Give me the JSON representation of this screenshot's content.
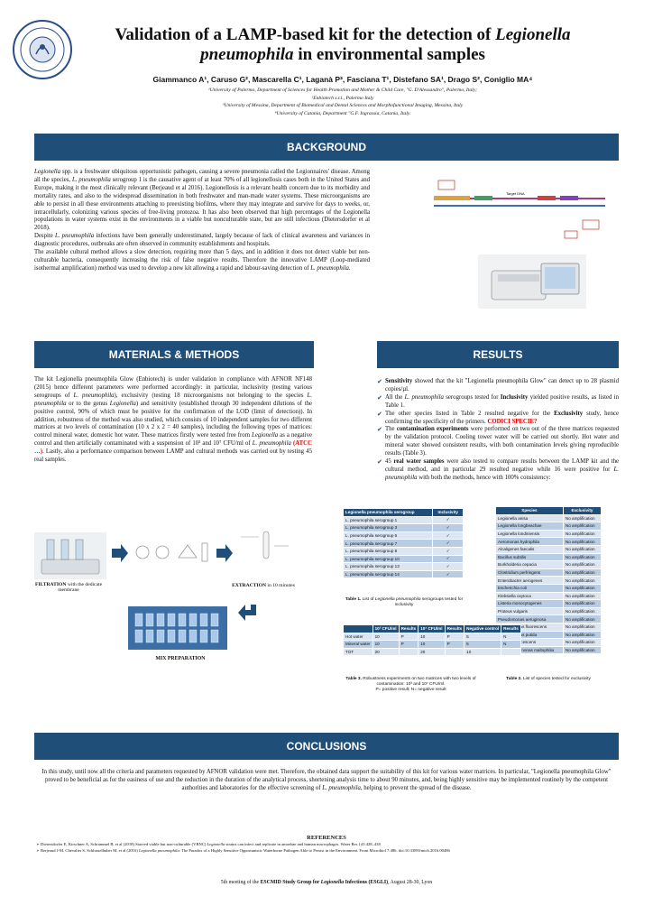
{
  "header": {
    "title_part1": "Validation of a LAMP-based kit for the detection of",
    "title_species1": "Legionella",
    "title_species2": "pneumophila",
    "title_part2": "in environmental samples",
    "authors": "Giammanco A¹, Caruso G², Mascarella C¹, Laganà P³, Fasciana T¹, Distefano SA¹, Drago S², Coniglio MA⁴",
    "affiliations": [
      "¹University of Palermo, Department of Sciences for Health Promotion and Mother & Child Care, \"G. D'Alessandro\", Palermo, Italy;",
      "²Enbiotech s.r.l., Palermo Italy",
      "³University of Messina, Department of Biomedical and Dental Sciences and Morphofunctional Imaging, Messina, Italy",
      "⁴University of Catania, Department \"G.F. Ingrassia, Catania, Italy."
    ]
  },
  "sections": {
    "background": "BACKGROUND",
    "methods": "MATERIALS & METHODS",
    "results": "RESULTS",
    "conclusions": "CONCLUSIONS"
  },
  "background": {
    "p1_species": "Legionella",
    "p1_a": " spp. is a freshwater ubiquitous opportunistic pathogen, causing a severe pneumonia called the Legionnaires' disease. Among all the species, ",
    "p1_b": "L. pneumophila",
    "p1_c": " serogroup 1 is the causative agent of at least 70% of all legionellosis cases both in the United States and Europe, making it the most clinically relevant (Berjeaud et al 2016). Legionellosis is a relevant health concern due to its morbidity and mortality rates, and also to the widespread dissemination in both freshwater and man-made water systems. These microorganisms are able to persist in all these environments attaching to preexisting biofilms, where they may integrate and survive for days to weeks, or, intracellularly, colonizing various species of free-living protozoa. It has also been observed that high percentages of the Legionella populations in water systems exist in the environments in a viable but nonculturable state, but are still infectious (Dietersdorfer et al 2018).",
    "p2_a": "Despite ",
    "p2_b": "L. pneumophila",
    "p2_c": " infections have been generally underestimated, largely because of lack of clinical awareness and variances in diagnostic procedures, outbreaks are often observed in community establishments and hospitals.",
    "p3_a": "The available cultural method allows a slow detection, requiring more than 5 days, and in addition it does not detect viable but non-culturable bacteria, consequently increasing the risk of false negative results. Therefore the innovative LAMP (Loop-mediated isothermal amplification) method was used to develop a new kit allowing a rapid and labour-saving detection of ",
    "p3_b": "L. pneumophila.",
    "diagram_target": "Target DNA"
  },
  "methods": {
    "t1": "The kit Legionella pneumophila Glow (Enbiotech) is under validation in compliance with AFNOR NF148 (2015) hence different parameters were performed accordingly: in particular, inclusivity (testing various serogroups of ",
    "t2": "L. pneumophila",
    "t3": "), exclusivity (testing 18 microorganisms not belonging to the species ",
    "t4": "L. pneumophila",
    "t5": " or to the genus ",
    "t6": "Legionella",
    "t7": ") and sensitivity (established through 30 independent dilutions of the positive control, 90% of which must be positive for the confirmation of the LOD (limit of detection)). In addition, robustness of the method was also studied, which consists of 10 independent samples for two different matrices at two levels of contamination (10 x 2 x 2 = 40 samples), including the following types of matrices: control mineral water, domestic hot water. These matrices firstly were tested free from ",
    "t8": "Legionella",
    "t9": " as a negative control and then artificially contaminated with a suspension of 10³ and 10⁷ CFU/ml of ",
    "t10": "L. pneumophila",
    "t11": " (ATCC …)",
    "t12": ". Lastly, also a performance comparison between LAMP and cultural methods was carried out by testing 45 real samples.",
    "filtration_bold": "FILTRATION",
    "filtration_rest": " with the dedicate membrane",
    "extraction_bold": "EXTRACTION",
    "extraction_rest": " in 10 minutes",
    "mix": "MIX PREPARATION"
  },
  "results": {
    "b1_bold": "Sensitivity",
    "b1": " showed that the kit \"Legionella pneumophila Glow\" can detect up to 28 plasmid copies/µl.",
    "b2_a": "All the ",
    "b2_b": "L. pneumophila",
    "b2_c": " serogroups tested for ",
    "b2_bold": "Inclusivity",
    "b2_d": " yielded positive results, as listed in Table 1.",
    "b3_a": "The other species listed in Table 2 resulted negative for the ",
    "b3_bold": "Exclusivity",
    "b3_b": " study, hence confirming the specificity of the primers. ",
    "b3_red": "CODICI SPECIE?",
    "b4_a": "The ",
    "b4_bold": "contamination experiments",
    "b4_b": " were performed on two out of the three matrices requested by the validation protocol. Cooling tower water will be carried out shortly. Hot water and mineral water showed consistent results, with both contamination levels giving reproducible results (Table 3).",
    "b5_a": "45 ",
    "b5_bold": "real water samples",
    "b5_b": " were also tested to compare results between the LAMP kit and the cultural method, and in particular 29 resulted negative while 16 were positive for ",
    "b5_c": "L. pneumophila",
    "b5_d": " with both the methods, hence with 100% consistency:"
  },
  "table1": {
    "headers": [
      "Legionella pneumophila serogroup",
      "Inclusivity"
    ],
    "rows": [
      [
        "L. pneumophila serogroup 1",
        "✓"
      ],
      [
        "L. pneumophila serogroup 3",
        "✓"
      ],
      [
        "L. pneumophila serogroup 6",
        "✓"
      ],
      [
        "L. pneumophila serogroup 7",
        "✓"
      ],
      [
        "L. pneumophila serogroup 8",
        "✓"
      ],
      [
        "L. pneumophila serogroup 10",
        "✓"
      ],
      [
        "L. pneumophila serogroup 13",
        "✓"
      ],
      [
        "L. pneumophila serogroup 14",
        "✓"
      ]
    ],
    "caption_bold": "Table 1.",
    "caption_a": " List of ",
    "caption_i": "Legionella pneumophila",
    "caption_b": " serogroups tested for inclusivity"
  },
  "table2": {
    "headers": [
      "Species",
      "Exclusivity"
    ],
    "rows": [
      [
        "Legionella anisa",
        "No amplification"
      ],
      [
        "Legionella longbeachae",
        "No amplification"
      ],
      [
        "Legionella londiniensis",
        "No amplification"
      ],
      [
        "Aeromonas hydrophila",
        "No amplification"
      ],
      [
        "Alcaligenes faecalis",
        "No amplification"
      ],
      [
        "Bacillus subtilis",
        "No amplification"
      ],
      [
        "Burkholderia cepacia",
        "No amplification"
      ],
      [
        "Clostridium perfringens",
        "No amplification"
      ],
      [
        "Enterobacter aerogenes",
        "No amplification"
      ],
      [
        "Escherichia coli",
        "No amplification"
      ],
      [
        "Klebsiella oxytoca",
        "No amplification"
      ],
      [
        "Listeria monocytogenes",
        "No amplification"
      ],
      [
        "Proteus vulgaris",
        "No amplification"
      ],
      [
        "Pseudomonas aeruginosa",
        "No amplification"
      ],
      [
        "Pseudomonas fluorescens",
        "No amplification"
      ],
      [
        "Pseudomonas putida",
        "No amplification"
      ],
      [
        "Serratia marcescens",
        "No amplification"
      ],
      [
        "Stenotrophomonas maltophilia",
        "No amplification"
      ]
    ],
    "caption_bold": "Table 2.",
    "caption": " List of species tested for exclusivity"
  },
  "table3": {
    "headers": [
      "",
      "10³ CFU/ml",
      "Results",
      "10⁷ CFU/ml",
      "Results",
      "Negative control",
      "Results"
    ],
    "rows": [
      [
        "Hot water",
        "10",
        "P",
        "10",
        "P",
        "5",
        "N"
      ],
      [
        "Mineral water",
        "10",
        "P",
        "10",
        "P",
        "5",
        "N"
      ],
      [
        "TOT",
        "20",
        "",
        "20",
        "",
        "10",
        ""
      ]
    ],
    "caption_bold": "Table 3.",
    "caption_a": " Robustness experiments on two matrices with two levels of contamination: 10³ and 10⁷ CFU/ml.",
    "caption_b": "P= positive result; N= negative result"
  },
  "conclusions": {
    "a": "In this study, until now all the criteria and parameters requested by AFNOR validation were met. Therefore, the obtained data support the suitability of this kit for various water matrices. In particular, \"Legionella pneumophila Glow\" proved to be beneficial as for the easiness of use and the reduction in the duration of the analytical process, shortening analysis time to about 90 minutes, and, being highly sensitive may be implemented routinely by the competent authorities and laboratories for the effective screening of ",
    "b": "L. pneumophila",
    "c": ", helping to prevent the spread of the disease."
  },
  "references": {
    "title": "REFERENCES",
    "r1_a": "Dietersdorfer E, Kirschner A, Schrammel B, et al (2018) Starved viable but non-culturable (VBNC) ",
    "r1_i": "Legionella",
    "r1_b": " strains can infect and replicate in amoebae and human macrophages. Water Res 141:428–438",
    "r2_a": "Berjeaud J-M, Chevalier S, Schlusselhuber M, et al (2016) ",
    "r2_i": "Legionella pneumophila",
    "r2_b": ": The Paradox of a Highly Sensitive Opportunistic Waterborne Pathogen Able to Persist in the Environment. Front Microbiol 7:486. doi:10.3389/fmicb.2016.00486"
  },
  "footer": {
    "a": "5th meeting of the ",
    "bold": "ESCMID Study Group for ",
    "bold_i": "Legionella",
    "bold2": " Infections (ESGLI)",
    "b": ", August 28-30, Lyon"
  }
}
